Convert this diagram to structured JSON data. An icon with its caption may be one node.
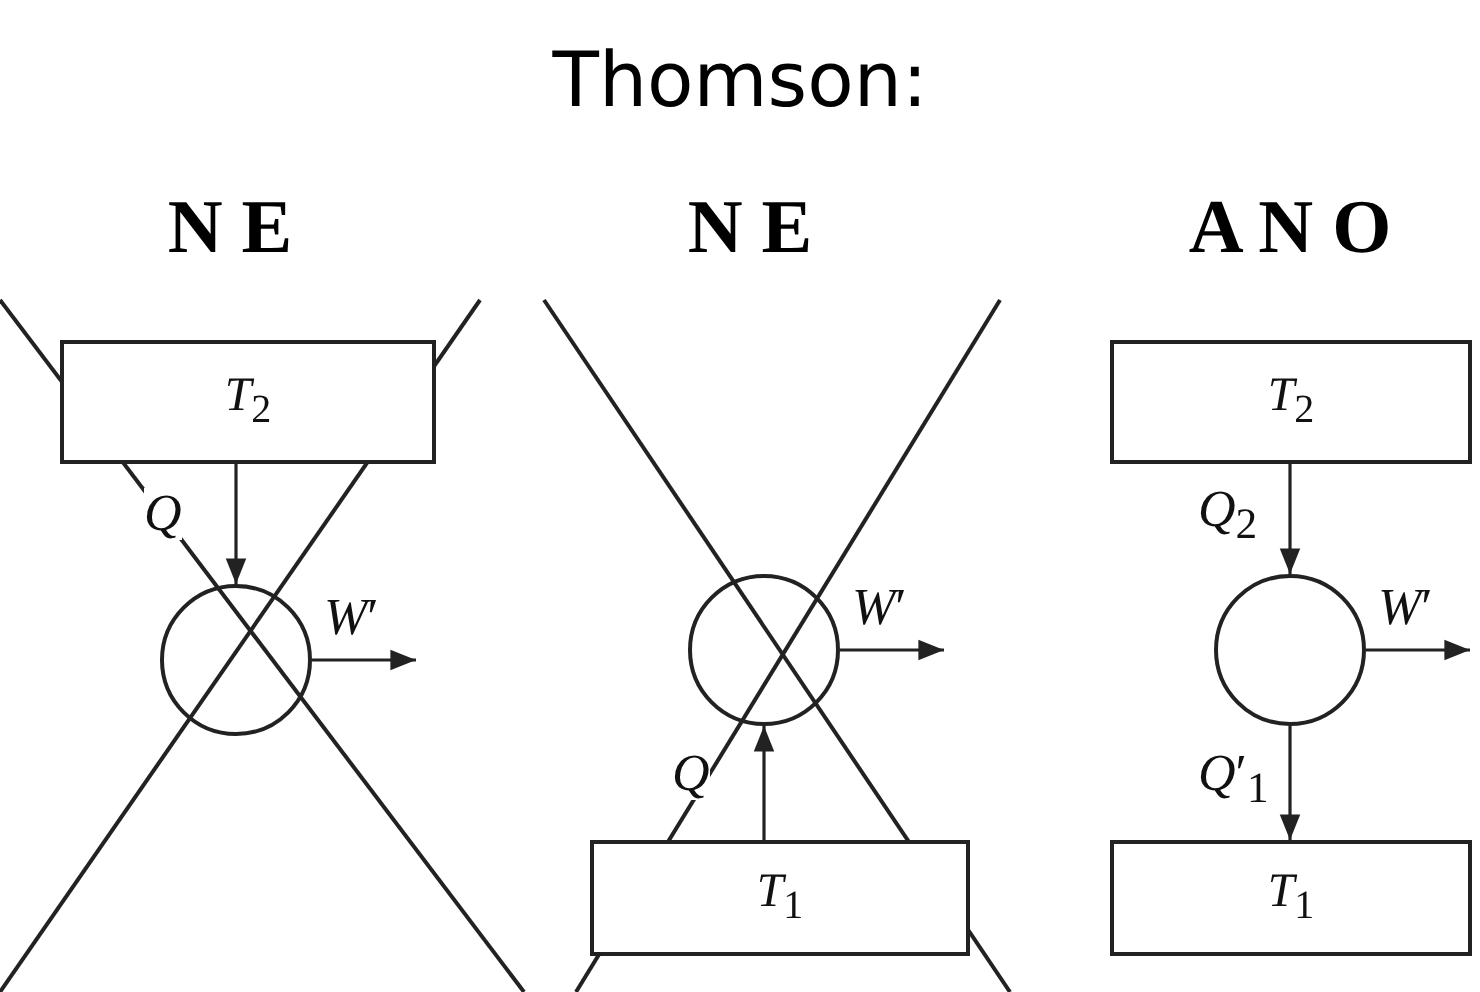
{
  "diagram": {
    "title": "Thomson:",
    "nodes": [
      {
        "text": [
          "*T*$_{2}$"
        ]
      },
      {
        "text": [],
        "shape": "circle"
      },
      {
        "text": [],
        "shape": "circle"
      },
      {
        "text": [
          "*T*$_{1}$"
        ]
      },
      {
        "text": [
          "*T*$_{2}$"
        ]
      },
      {
        "text": [],
        "shape": "circle"
      },
      {
        "text": [
          "*T*$_{1}$"
        ]
      }
    ],
    "edges": [
      {
        "from": 0,
        "to": 1,
        "arrow": "to",
        "label": "*Q*"
      },
      {
        "from": 1,
        "to": null,
        "arrow": "to",
        "label": "*W*′"
      },
      {
        "from": 3,
        "to": 2,
        "arrow": "to",
        "label": "*Q*"
      },
      {
        "from": 2,
        "to": null,
        "arrow": "to",
        "label": "*W*′"
      },
      {
        "from": 4,
        "to": 5,
        "arrow": "to",
        "label": "*Q*$_{2}$"
      },
      {
        "from": 5,
        "to": 6,
        "arrow": "to",
        "label": "*Q*′$_{1}$"
      },
      {
        "from": 5,
        "to": null,
        "arrow": "to",
        "label": "*W*′"
      }
    ],
    "labels": [
      "N E",
      "N E",
      "A N O"
    ]
  }
}
